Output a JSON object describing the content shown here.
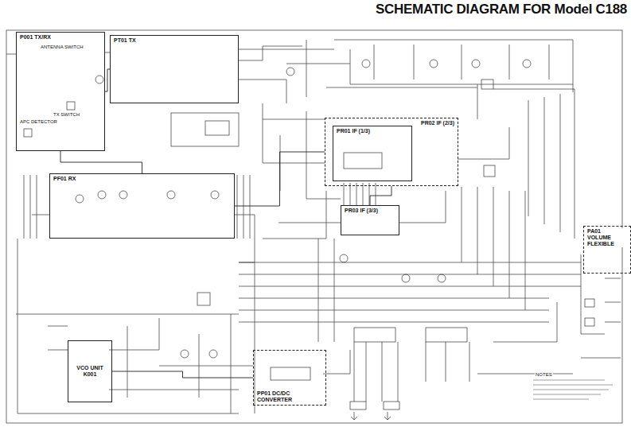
{
  "diagram": {
    "title": "SCHEMATIC DIAGRAM FOR Model C188",
    "nodes": [
      {
        "text": [
          "P001 TX/RX"
        ]
      },
      {
        "text": [
          "PT01 TX"
        ]
      },
      {
        "text": [
          "PR02 IF (2/3)"
        ]
      },
      {
        "text": [
          "PR01 IF (1/3)"
        ],
        "in": 2
      },
      {
        "text": [
          "PF01 RX"
        ]
      },
      {
        "text": [
          "PR03 IF (3/3)"
        ]
      },
      {
        "text": [
          "PA01 VOLUME FLEXIBLE"
        ]
      },
      {
        "text": [
          "VCO UNIT K001"
        ]
      },
      {
        "text": [
          "PP01 DC/DC CONVERTER"
        ]
      }
    ],
    "edges": [
      {
        "from": 0,
        "to": 1,
        "arrow": "none"
      },
      {
        "from": 0,
        "to": 4,
        "arrow": "none"
      },
      {
        "from": 4,
        "to": 2,
        "arrow": "none"
      },
      {
        "from": 2,
        "to": 5,
        "arrow": "none"
      },
      {
        "from": 7,
        "to": 8,
        "arrow": "none"
      }
    ],
    "labels": [
      "ANTENNA SWITCH",
      "TX SWITCH",
      "APC DETECTOR",
      "NOTES"
    ]
  }
}
